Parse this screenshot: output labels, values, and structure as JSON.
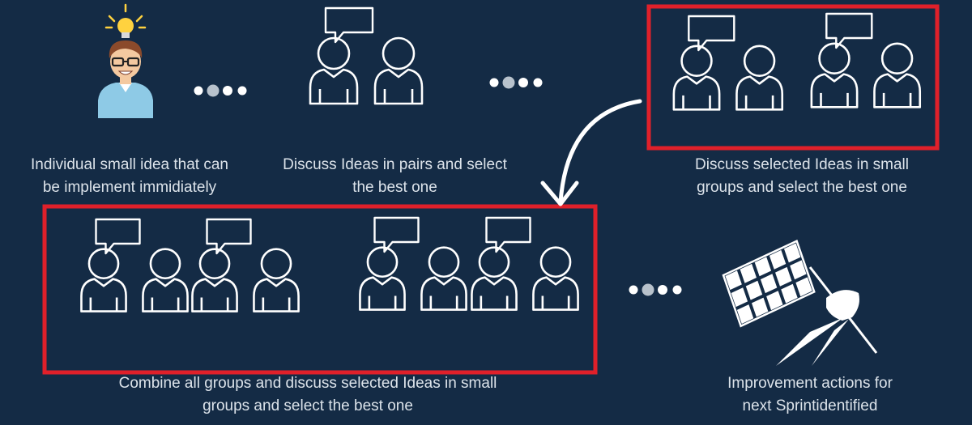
{
  "colors": {
    "background": "#142b45",
    "stroke": "#ffffff",
    "highlight_frame": "#e0202a",
    "dot_light": "#ffffff",
    "dot_muted": "#b8c2cc",
    "text": "#dce3ea",
    "skin": "#f4c9a0",
    "shirt": "#8ecae6",
    "hair": "#8b4a2b",
    "bulb": "#ffd23f"
  },
  "steps": [
    {
      "id": "individual",
      "icon": "person-with-lightbulb-icon",
      "caption_lines": [
        "Individual small idea that can",
        "be implement immidiately"
      ]
    },
    {
      "id": "pairs",
      "icon": "pair-discussion-icon",
      "caption_lines": [
        "Discuss Ideas in pairs and select",
        "the best one"
      ]
    },
    {
      "id": "small-groups",
      "icon": "small-group-discussion-icon",
      "highlighted": true,
      "caption_lines": [
        "Discuss selected Ideas in small",
        "groups and select the best one"
      ]
    },
    {
      "id": "combined-groups",
      "icon": "combined-groups-discussion-icon",
      "highlighted": true,
      "caption_lines": [
        "Combine all groups and discuss selected Ideas in small",
        "groups and select the best one"
      ]
    },
    {
      "id": "finish",
      "icon": "checkered-flag-icon",
      "caption_lines": [
        "Improvement actions for",
        "next Sprintidentified"
      ]
    }
  ],
  "connectors": [
    {
      "id": "dots-1",
      "icon": "ellipsis-dots-icon"
    },
    {
      "id": "dots-2",
      "icon": "ellipsis-dots-icon"
    },
    {
      "id": "curved-arrow",
      "icon": "curved-arrow-icon"
    },
    {
      "id": "dots-3",
      "icon": "ellipsis-dots-icon"
    }
  ]
}
